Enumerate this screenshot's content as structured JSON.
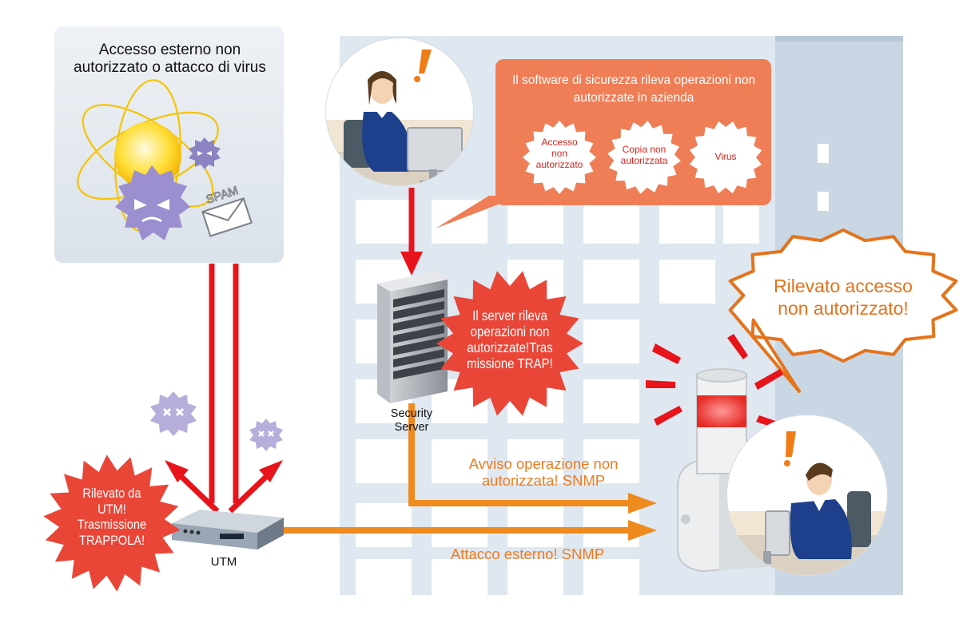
{
  "threat_box": {
    "title": "Accesso esterno non\nautorizzato o attacco di virus",
    "spam_label": "SPAM"
  },
  "detection_panel": {
    "title": "Il software di sicurezza rileva operazioni non\nautorizzate in azienda",
    "badges": [
      {
        "label": "Accesso\nnon\nautorizzato"
      },
      {
        "label": "Copia non\nautorizzata"
      },
      {
        "label": "Virus"
      }
    ]
  },
  "server": {
    "label": "Security\nServer",
    "burst_text": "Il server rileva\noperazioni non\nautorizzate!Tras\nmissione TRAP!"
  },
  "utm": {
    "label": "UTM",
    "burst_text": "Rilevato da\nUTM!\nTrasmissione\nTRAPPOLA!"
  },
  "alert_speech": "Rilevato accesso\nnon autorizzato!",
  "flows": {
    "server_snmp": "Avviso operazione non\nautorizzata! SNMP",
    "utm_snmp": "Attacco esterno! SNMP"
  },
  "colors": {
    "arrow_red": "#e8141b",
    "arrow_orange": "#ef8a1f",
    "burst_red": "#e94638",
    "panel_orange": "#ef7e57",
    "building": "#dfe8f1",
    "label_orange": "#ef7c1e",
    "badge_red": "#d4231c",
    "uniform_navy": "#1d3f8c"
  }
}
